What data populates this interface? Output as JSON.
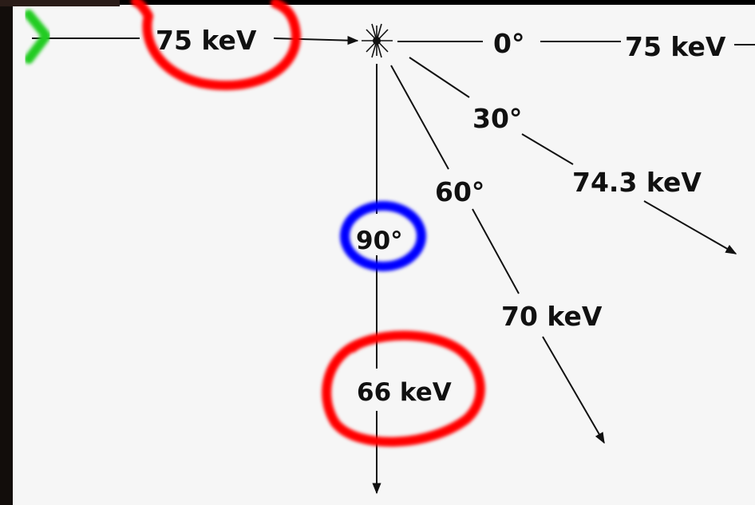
{
  "diagram": {
    "incident_label": "75 keV",
    "scattered": [
      {
        "angle_label": "0°",
        "energy_label": "75 keV"
      },
      {
        "angle_label": "30°",
        "energy_label": "74.3 keV"
      },
      {
        "angle_label": "60°",
        "energy_label": "70 keV"
      },
      {
        "angle_label": "90°",
        "energy_label": "66 keV"
      }
    ]
  },
  "annotations": {
    "incident_circle_color": "#ff0000",
    "angle90_circle_color": "#0000ff",
    "energy90_circle_color": "#ff0000",
    "pointer_color": "#22cc22"
  }
}
